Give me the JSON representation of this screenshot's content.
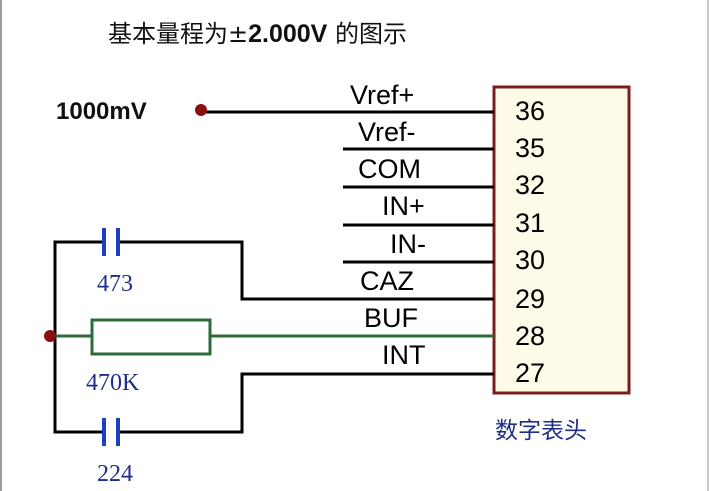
{
  "title": {
    "prefix": "基本量程为±",
    "value": "2.000V",
    "suffix": " 的图示"
  },
  "input_label": "1000mV",
  "chip": {
    "label": "数字表头",
    "pins": [
      {
        "name": "Vref+",
        "number": "36"
      },
      {
        "name": "Vref-",
        "number": "35"
      },
      {
        "name": "COM",
        "number": "32"
      },
      {
        "name": "IN+",
        "number": "31"
      },
      {
        "name": "IN-",
        "number": "30"
      },
      {
        "name": "CAZ",
        "number": "29"
      },
      {
        "name": "BUF",
        "number": "28"
      },
      {
        "name": "INT",
        "number": "27"
      }
    ]
  },
  "components": {
    "capacitor_top": "473",
    "resistor": "470K",
    "capacitor_bottom": "224"
  },
  "colors": {
    "wire": "#000000",
    "chip_border": "#7a1e1e",
    "chip_fill": "#fffbe9",
    "node": "#8b0f12",
    "capacitor": "#1f3fc0",
    "resistor": "#2e6b3a",
    "label_blue": "#1f2e8a"
  }
}
